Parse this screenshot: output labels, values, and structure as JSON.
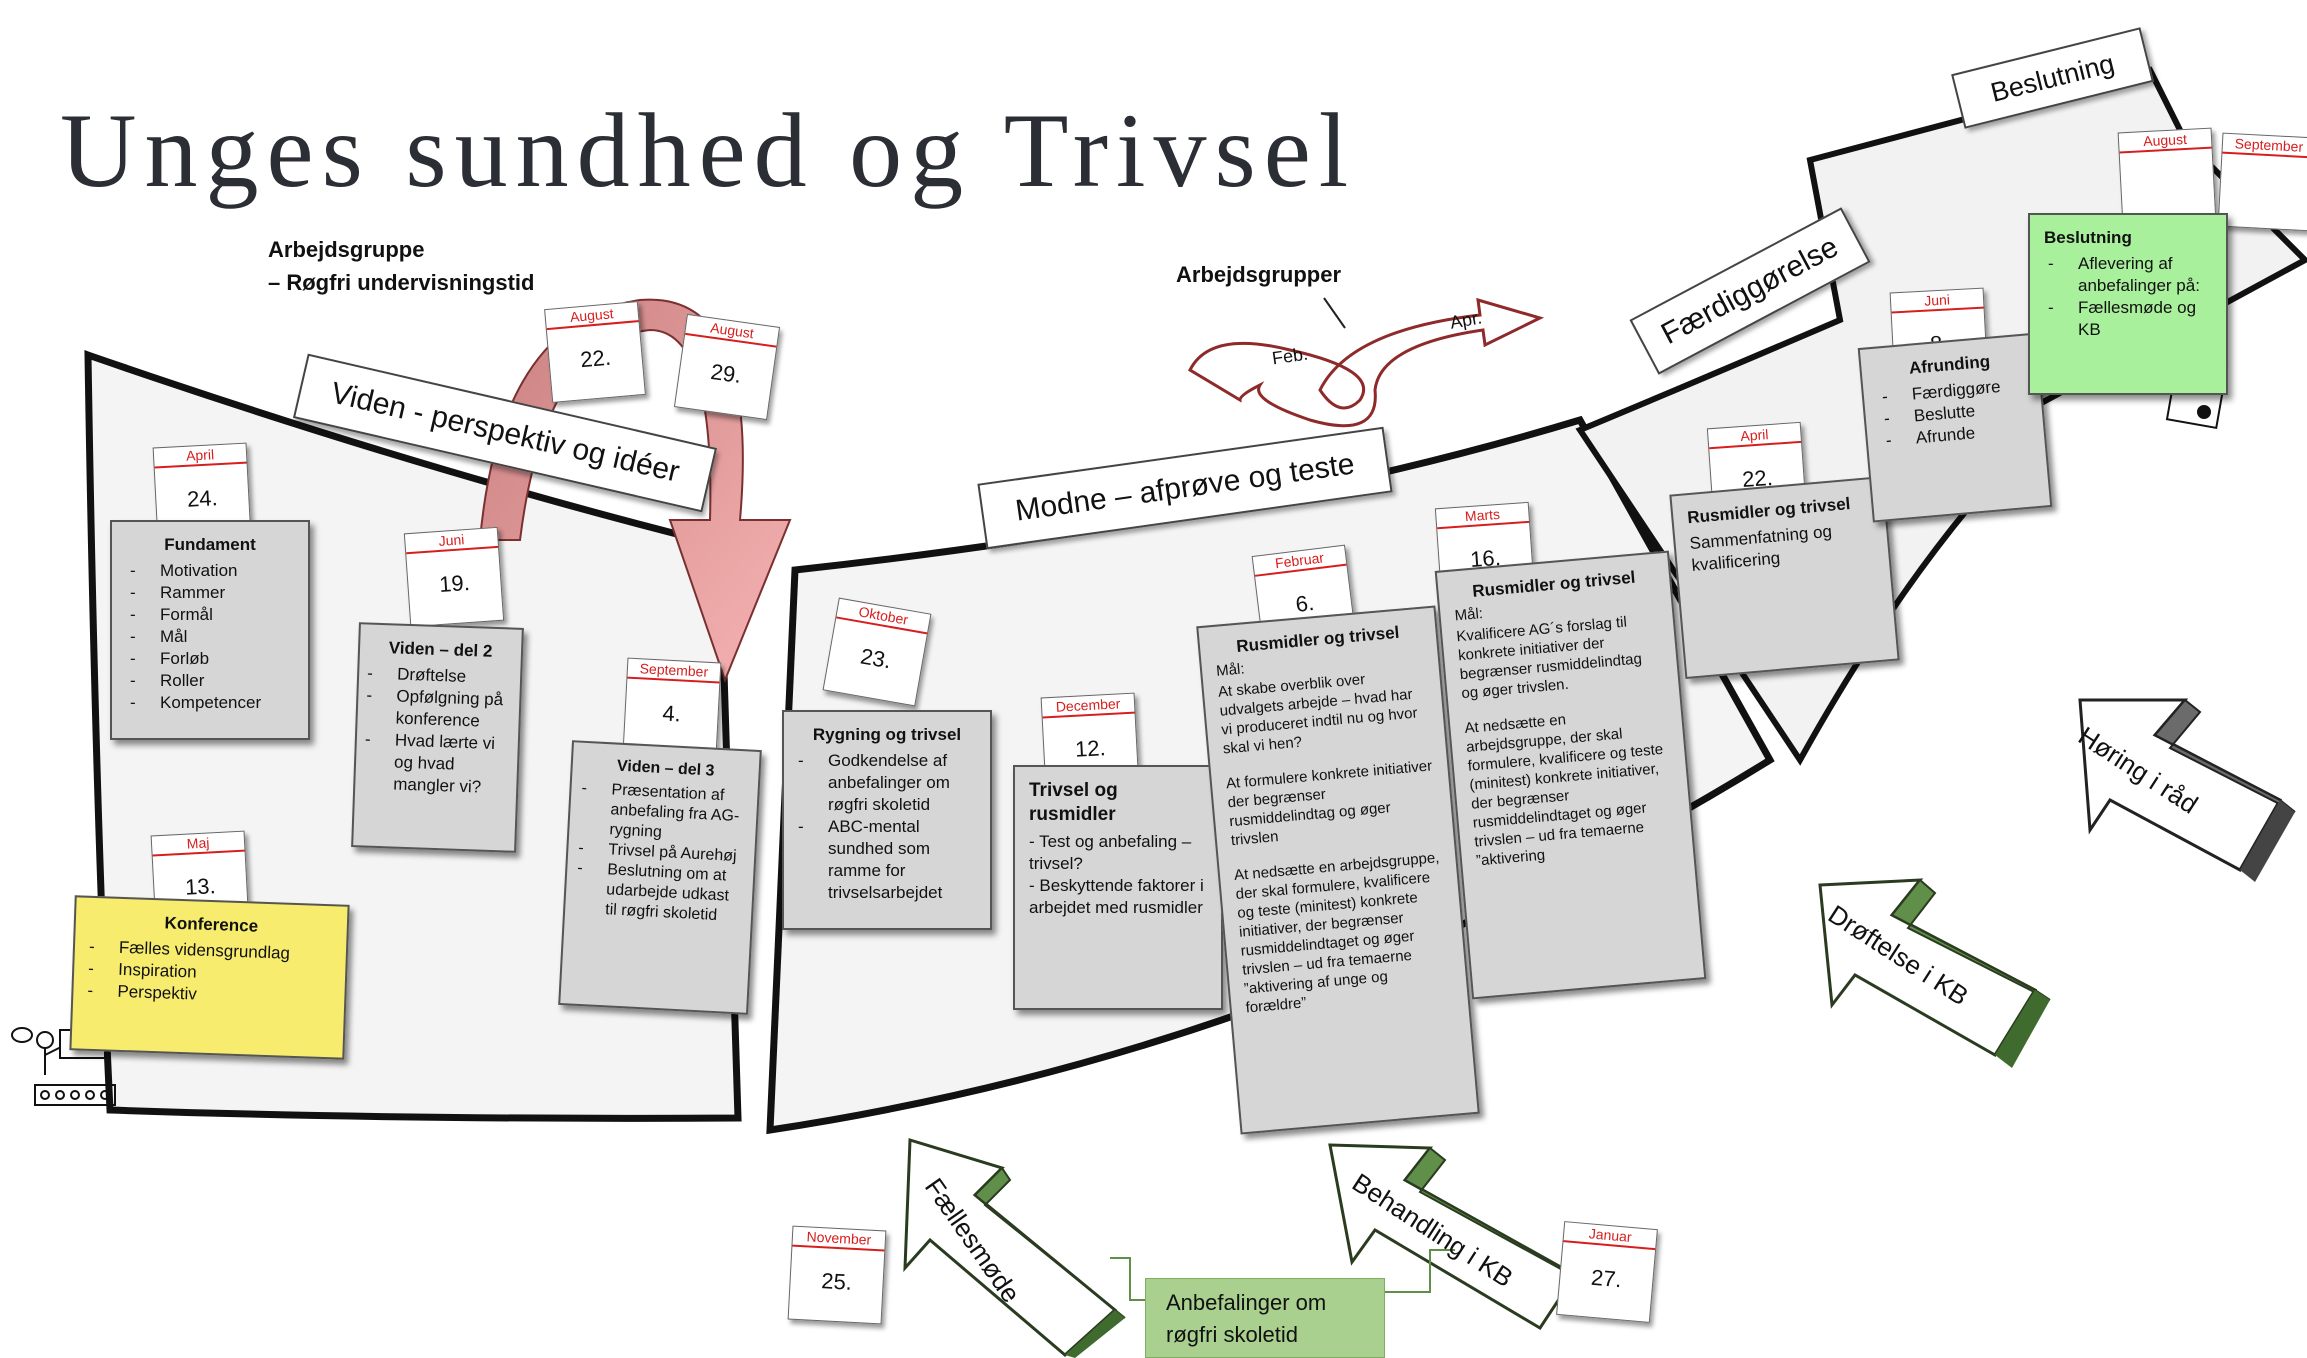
{
  "title": "Unges sundhed og Trivsel",
  "headers": {
    "arbejdsgruppe": "Arbejdsgruppe",
    "roegfri": "– Røgfri undervisningstid",
    "arbejdsgrupper": "Arbejdsgrupper"
  },
  "spiral": {
    "feb": "Feb.",
    "apr": "Apr."
  },
  "signs": {
    "viden": "Viden - perspektiv og idéer",
    "modne": "Modne – afprøve og teste",
    "faerdiggoerelse": "Færdiggørelse",
    "beslutning": "Beslutning"
  },
  "calendars": [
    {
      "month": "August",
      "day": "22."
    },
    {
      "month": "August",
      "day": "29."
    },
    {
      "month": "April",
      "day": "24."
    },
    {
      "month": "Juni",
      "day": "19."
    },
    {
      "month": "September",
      "day": "4."
    },
    {
      "month": "Maj",
      "day": "13."
    },
    {
      "month": "Oktober",
      "day": "23."
    },
    {
      "month": "December",
      "day": "12."
    },
    {
      "month": "Februar",
      "day": "6."
    },
    {
      "month": "Marts",
      "day": "16."
    },
    {
      "month": "April",
      "day": "22."
    },
    {
      "month": "Juni",
      "day": "8."
    },
    {
      "month": "August",
      "day": ""
    },
    {
      "month": "September",
      "day": ""
    },
    {
      "month": "November",
      "day": "25."
    },
    {
      "month": "Januar",
      "day": "27."
    }
  ],
  "cards": {
    "fundament": {
      "title": "Fundament",
      "items": [
        "Motivation",
        "Rammer",
        "Formål",
        "Mål",
        "Forløb",
        "Roller",
        "Kompetencer"
      ]
    },
    "viden2": {
      "title": "Viden – del 2",
      "items": [
        "Drøftelse",
        "Opfølgning på konference",
        "Hvad lærte vi og hvad mangler vi?"
      ]
    },
    "viden3": {
      "title": "Viden – del 3",
      "items": [
        "Præsentation af anbefaling fra AG-rygning",
        "Trivsel på Aurehøj",
        "Beslutning om at udarbejde udkast til røgfri skoletid"
      ]
    },
    "konference": {
      "title": "Konference",
      "items": [
        "Fælles vidensgrundlag",
        "Inspiration",
        "Perspektiv"
      ]
    },
    "rygning": {
      "title": "Rygning og trivsel",
      "items": [
        "Godkendelse af anbefalinger  om røgfri skoletid",
        "ABC-mental sundhed som ramme for trivselsarbejdet"
      ]
    },
    "trivsel": {
      "title": "Trivsel og rusmidler",
      "lines": [
        "- Test og anbefaling – trivsel?",
        "- Beskyttende faktorer i arbejdet med rusmidler"
      ]
    },
    "rus6": {
      "title": "Rusmidler og trivsel",
      "paras": [
        "Mål:",
        "At skabe overblik over udvalgets arbejde – hvad har vi produceret indtil nu og hvor skal vi hen?",
        "At formulere konkrete initiativer der begrænser rusmiddelindtag og øger trivslen",
        "At nedsætte en arbejdsgruppe, der skal formulere, kvalificere og teste (minitest) konkrete initiativer, der begrænser rusmiddelindtaget og øger trivslen – ud fra temaerne ”aktivering af unge og forældre”"
      ]
    },
    "rus16": {
      "title": "Rusmidler og trivsel",
      "paras": [
        "Mål:",
        "Kvalificere AG´s forslag til konkrete initiativer der begrænser rusmiddelindtag og øger trivslen.",
        "At nedsætte en arbejdsgruppe, der skal formulere, kvalificere og teste (minitest) konkrete initiativer, der begrænser rusmiddelindtaget og øger trivslen – ud fra temaerne ”aktivering"
      ]
    },
    "rus22": {
      "title": "Rusmidler og trivsel",
      "lines": [
        "Sammenfatning og kvalificering"
      ]
    },
    "afrunding": {
      "title": "Afrunding",
      "items": [
        "Færdiggøre",
        "Beslutte",
        "Afrunde"
      ]
    },
    "beslutning": {
      "title": "Beslutning",
      "items": [
        "Aflevering af anbefalinger på:",
        "Fællesmøde og KB"
      ]
    }
  },
  "arrows": {
    "fallesmode": "Fællesmøde",
    "behandling": "Behandling i KB",
    "droftelse": "Drøftelse i KB",
    "horing": "Høring i råd"
  },
  "greenbox": {
    "line1": "Anbefalinger om",
    "line2": "røgfri skoletid"
  },
  "colors": {
    "red": "#d71e1e",
    "yellow": "#f7ec6e",
    "green": "#a9f09c",
    "arrow_green": "#5f8f49",
    "arrow_gray": "#6b6b6b",
    "pink_arrow": "#f4a6a6"
  }
}
